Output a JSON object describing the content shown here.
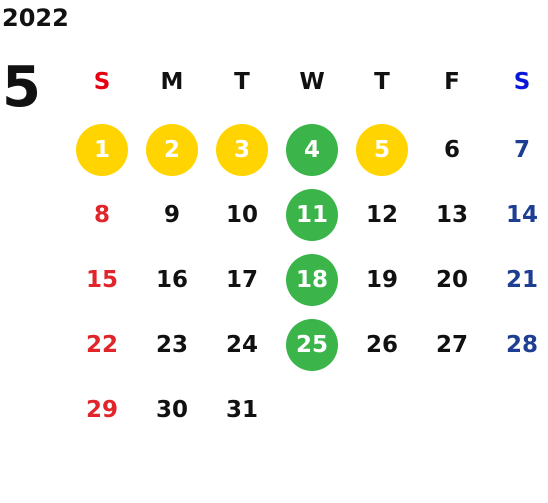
{
  "calendar": {
    "year": "2022",
    "month": "5",
    "weekday_headers": [
      "S",
      "M",
      "T",
      "W",
      "T",
      "F",
      "S"
    ],
    "weeks": [
      [
        {
          "day": "1",
          "mark": "yellow"
        },
        {
          "day": "2",
          "mark": "yellow"
        },
        {
          "day": "3",
          "mark": "yellow"
        },
        {
          "day": "4",
          "mark": "green"
        },
        {
          "day": "5",
          "mark": "yellow"
        },
        {
          "day": "6",
          "mark": ""
        },
        {
          "day": "7",
          "mark": ""
        }
      ],
      [
        {
          "day": "8",
          "mark": ""
        },
        {
          "day": "9",
          "mark": ""
        },
        {
          "day": "10",
          "mark": ""
        },
        {
          "day": "11",
          "mark": "green"
        },
        {
          "day": "12",
          "mark": ""
        },
        {
          "day": "13",
          "mark": ""
        },
        {
          "day": "14",
          "mark": ""
        }
      ],
      [
        {
          "day": "15",
          "mark": ""
        },
        {
          "day": "16",
          "mark": ""
        },
        {
          "day": "17",
          "mark": ""
        },
        {
          "day": "18",
          "mark": "green"
        },
        {
          "day": "19",
          "mark": ""
        },
        {
          "day": "20",
          "mark": ""
        },
        {
          "day": "21",
          "mark": ""
        }
      ],
      [
        {
          "day": "22",
          "mark": ""
        },
        {
          "day": "23",
          "mark": ""
        },
        {
          "day": "24",
          "mark": ""
        },
        {
          "day": "25",
          "mark": "green"
        },
        {
          "day": "26",
          "mark": ""
        },
        {
          "day": "27",
          "mark": ""
        },
        {
          "day": "28",
          "mark": ""
        }
      ],
      [
        {
          "day": "29",
          "mark": ""
        },
        {
          "day": "30",
          "mark": ""
        },
        {
          "day": "31",
          "mark": ""
        },
        {
          "day": "",
          "mark": ""
        },
        {
          "day": "",
          "mark": ""
        },
        {
          "day": "",
          "mark": ""
        },
        {
          "day": "",
          "mark": ""
        }
      ]
    ],
    "colors": {
      "sunday": "#e0262a",
      "saturday": "#1d3e92",
      "highlight_yellow": "#ffd400",
      "highlight_green": "#3bb54a"
    }
  }
}
